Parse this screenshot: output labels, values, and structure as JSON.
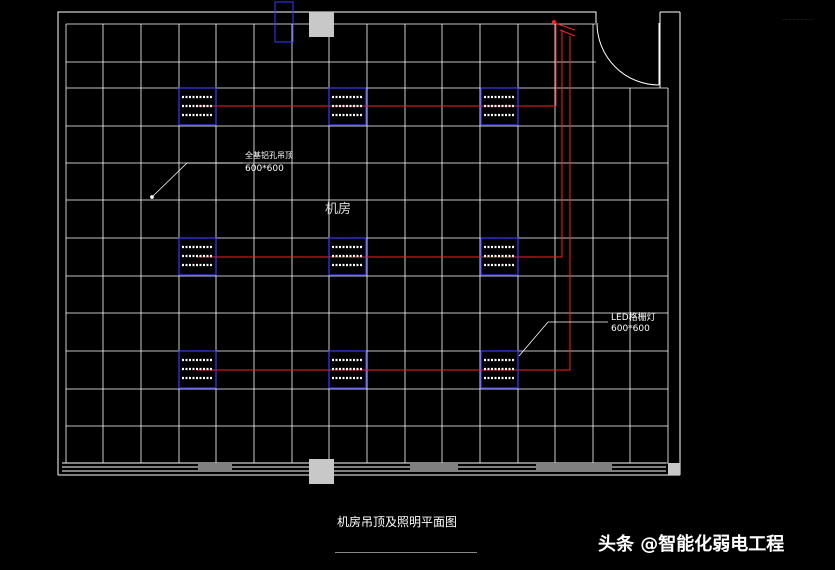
{
  "drawing": {
    "room_name": "机房",
    "ceiling_note_line1": "全基铝孔吊顶",
    "ceiling_note_line2": "600*600",
    "led_note_line1": "LED格栅灯",
    "led_note_line2": "600*600",
    "title": "机房吊顶及照明平面图",
    "tiny_label": "……………………"
  },
  "watermark": {
    "text": "头条 @智能化弱电工程"
  },
  "colors": {
    "background": "#000000",
    "grid": "#ffffff",
    "wall": "#ffffff",
    "fixture_outline": "#3a3aff",
    "wiring": "#ff2020",
    "column": "#c8c8c8"
  },
  "fixtures": {
    "rows": 3,
    "cols": 3
  }
}
